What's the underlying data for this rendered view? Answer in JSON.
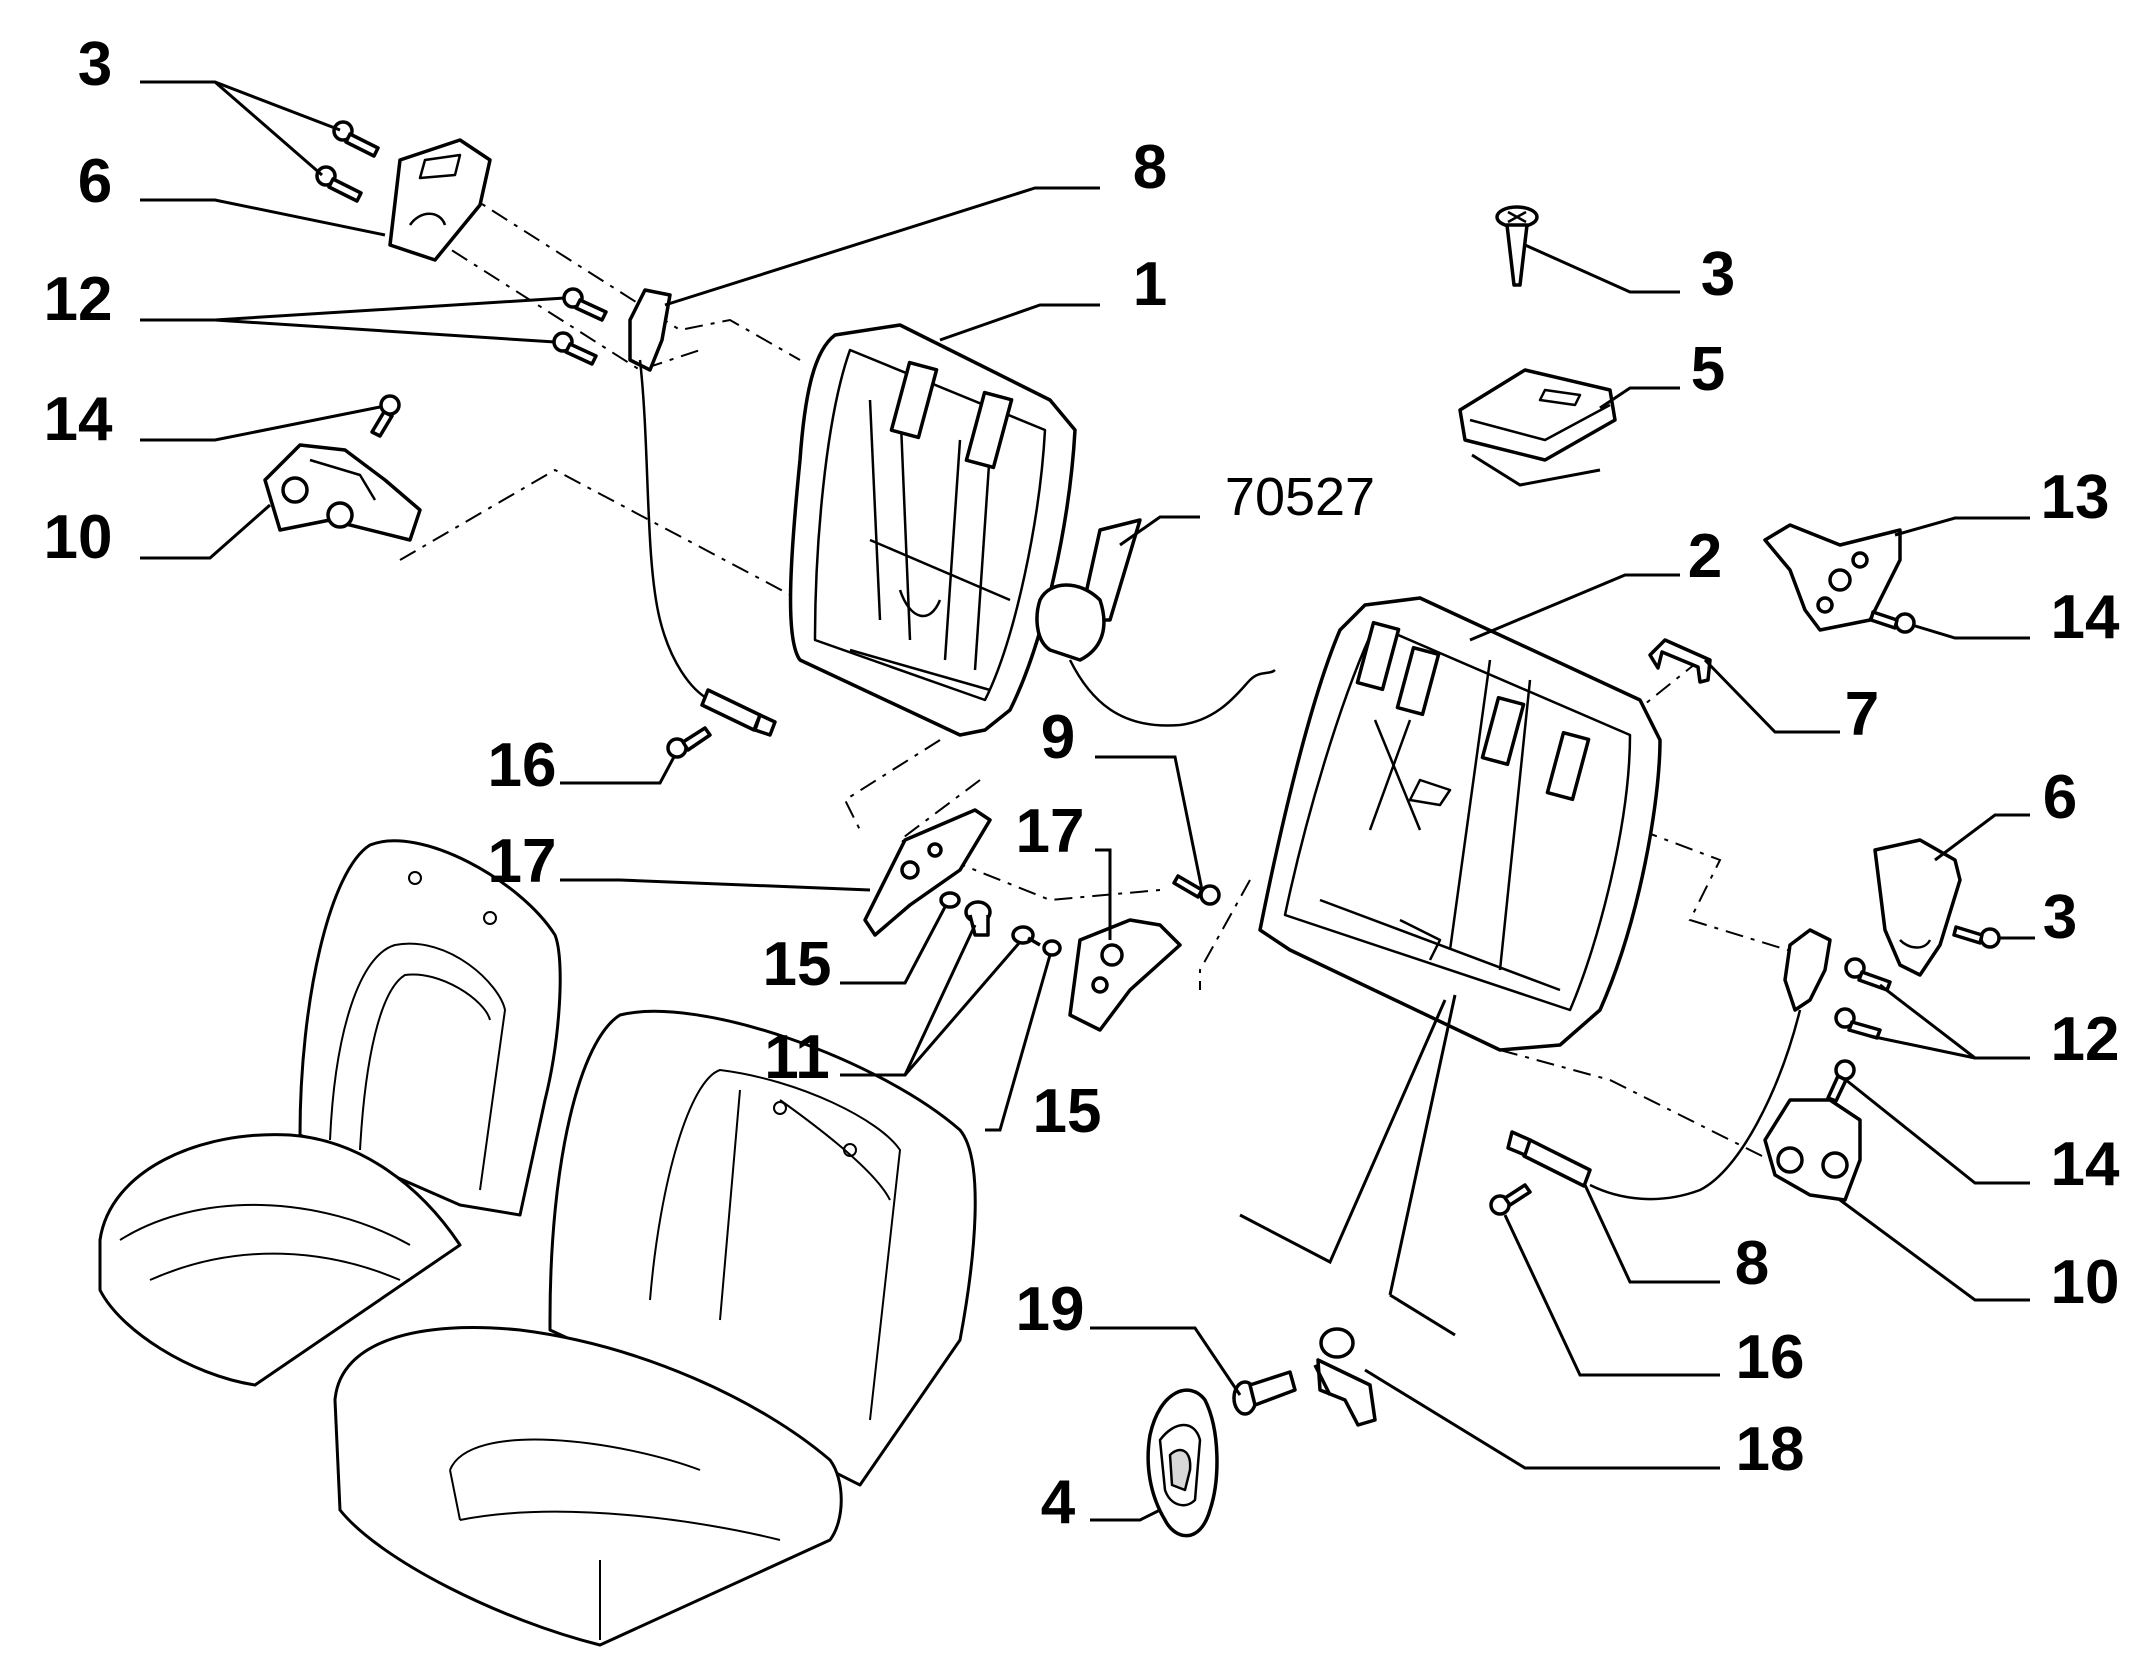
{
  "diagram": {
    "reference_code": "70527",
    "callouts": [
      {
        "id": "c-3-topleft",
        "label": "3"
      },
      {
        "id": "c-6-left",
        "label": "6"
      },
      {
        "id": "c-12-left",
        "label": "12"
      },
      {
        "id": "c-14-left",
        "label": "14"
      },
      {
        "id": "c-10-left",
        "label": "10"
      },
      {
        "id": "c-8-top",
        "label": "8"
      },
      {
        "id": "c-1",
        "label": "1"
      },
      {
        "id": "c-3-top",
        "label": "3"
      },
      {
        "id": "c-5",
        "label": "5"
      },
      {
        "id": "c-2",
        "label": "2"
      },
      {
        "id": "c-13",
        "label": "13"
      },
      {
        "id": "c-14-right-top",
        "label": "14"
      },
      {
        "id": "c-7",
        "label": "7"
      },
      {
        "id": "c-6-right",
        "label": "6"
      },
      {
        "id": "c-3-right",
        "label": "3"
      },
      {
        "id": "c-12-right",
        "label": "12"
      },
      {
        "id": "c-14-right",
        "label": "14"
      },
      {
        "id": "c-10-right",
        "label": "10"
      },
      {
        "id": "c-8-bottom",
        "label": "8"
      },
      {
        "id": "c-16-right",
        "label": "16"
      },
      {
        "id": "c-18",
        "label": "18"
      },
      {
        "id": "c-16-left",
        "label": "16"
      },
      {
        "id": "c-17-left",
        "label": "17"
      },
      {
        "id": "c-17-mid",
        "label": "17"
      },
      {
        "id": "c-9",
        "label": "9"
      },
      {
        "id": "c-15-left",
        "label": "15"
      },
      {
        "id": "c-11",
        "label": "11"
      },
      {
        "id": "c-15-mid",
        "label": "15"
      },
      {
        "id": "c-19",
        "label": "19"
      },
      {
        "id": "c-4",
        "label": "4"
      }
    ]
  }
}
